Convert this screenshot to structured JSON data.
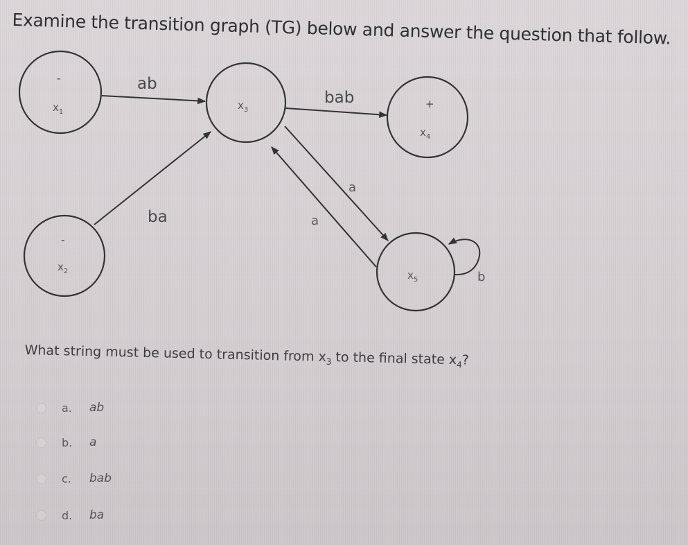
{
  "header": {
    "title": "Examine the transition graph (TG) below and answer the question that follow."
  },
  "diagram": {
    "type": "transition-graph",
    "states": [
      {
        "id": "x1",
        "name": "x",
        "sub": "1",
        "marker": "-",
        "role": "start"
      },
      {
        "id": "x2",
        "name": "x",
        "sub": "2",
        "marker": "-",
        "role": "start"
      },
      {
        "id": "x3",
        "name": "x",
        "sub": "3",
        "marker": "",
        "role": "intermediate"
      },
      {
        "id": "x4",
        "name": "x",
        "sub": "4",
        "marker": "+",
        "role": "final"
      },
      {
        "id": "x5",
        "name": "x",
        "sub": "5",
        "marker": "",
        "role": "intermediate"
      }
    ],
    "edges": [
      {
        "from": "x1",
        "to": "x3",
        "label": "ab"
      },
      {
        "from": "x2",
        "to": "x3",
        "label": "ba"
      },
      {
        "from": "x3",
        "to": "x4",
        "label": "bab"
      },
      {
        "from": "x3",
        "to": "x5",
        "label": "a"
      },
      {
        "from": "x5",
        "to": "x3",
        "label": "a"
      },
      {
        "from": "x5",
        "to": "x5",
        "label": "b"
      }
    ]
  },
  "question": {
    "prefix": "What string must be used to transition from ",
    "from_state": "x",
    "from_sub": "3",
    "middle": " to the final state ",
    "to_state": "x",
    "to_sub": "4",
    "suffix": "?"
  },
  "options": [
    {
      "letter": "a.",
      "text": "ab"
    },
    {
      "letter": "b.",
      "text": "a"
    },
    {
      "letter": "c.",
      "text": "bab"
    },
    {
      "letter": "d.",
      "text": "ba"
    }
  ]
}
